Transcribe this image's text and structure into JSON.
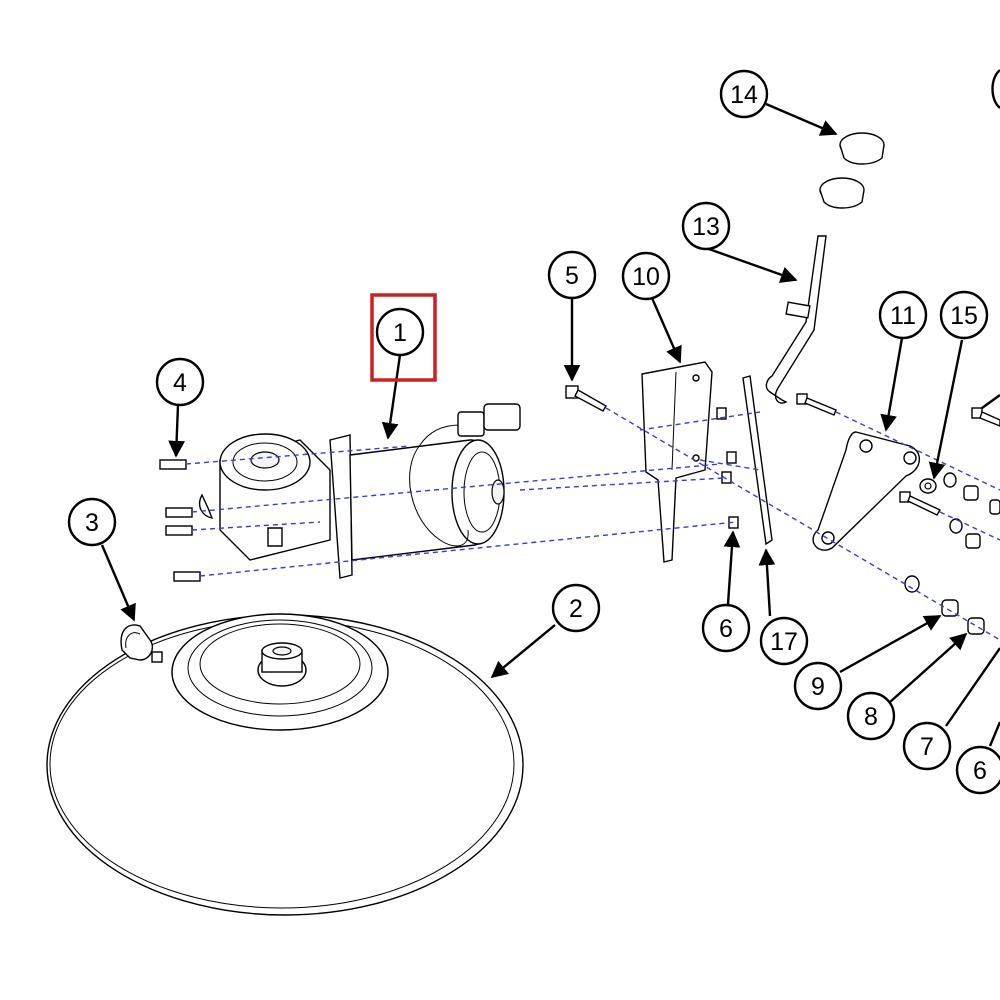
{
  "colors": {
    "line": "#000000",
    "dashed_axis": "#3a3ad6",
    "highlight": "#cc1f1f",
    "background": "#ffffff"
  },
  "highlighted_callout": "1",
  "callouts": [
    {
      "id": "c1",
      "label": "1"
    },
    {
      "id": "c2",
      "label": "2"
    },
    {
      "id": "c3",
      "label": "3"
    },
    {
      "id": "c4",
      "label": "4"
    },
    {
      "id": "c5",
      "label": "5"
    },
    {
      "id": "c6a",
      "label": "6"
    },
    {
      "id": "c6b",
      "label": "6"
    },
    {
      "id": "c7",
      "label": "7"
    },
    {
      "id": "c8",
      "label": "8"
    },
    {
      "id": "c9",
      "label": "9"
    },
    {
      "id": "c10",
      "label": "10"
    },
    {
      "id": "c11",
      "label": "11"
    },
    {
      "id": "c13",
      "label": "13"
    },
    {
      "id": "c14",
      "label": "14"
    },
    {
      "id": "c15",
      "label": "15"
    },
    {
      "id": "c17",
      "label": "17"
    }
  ]
}
